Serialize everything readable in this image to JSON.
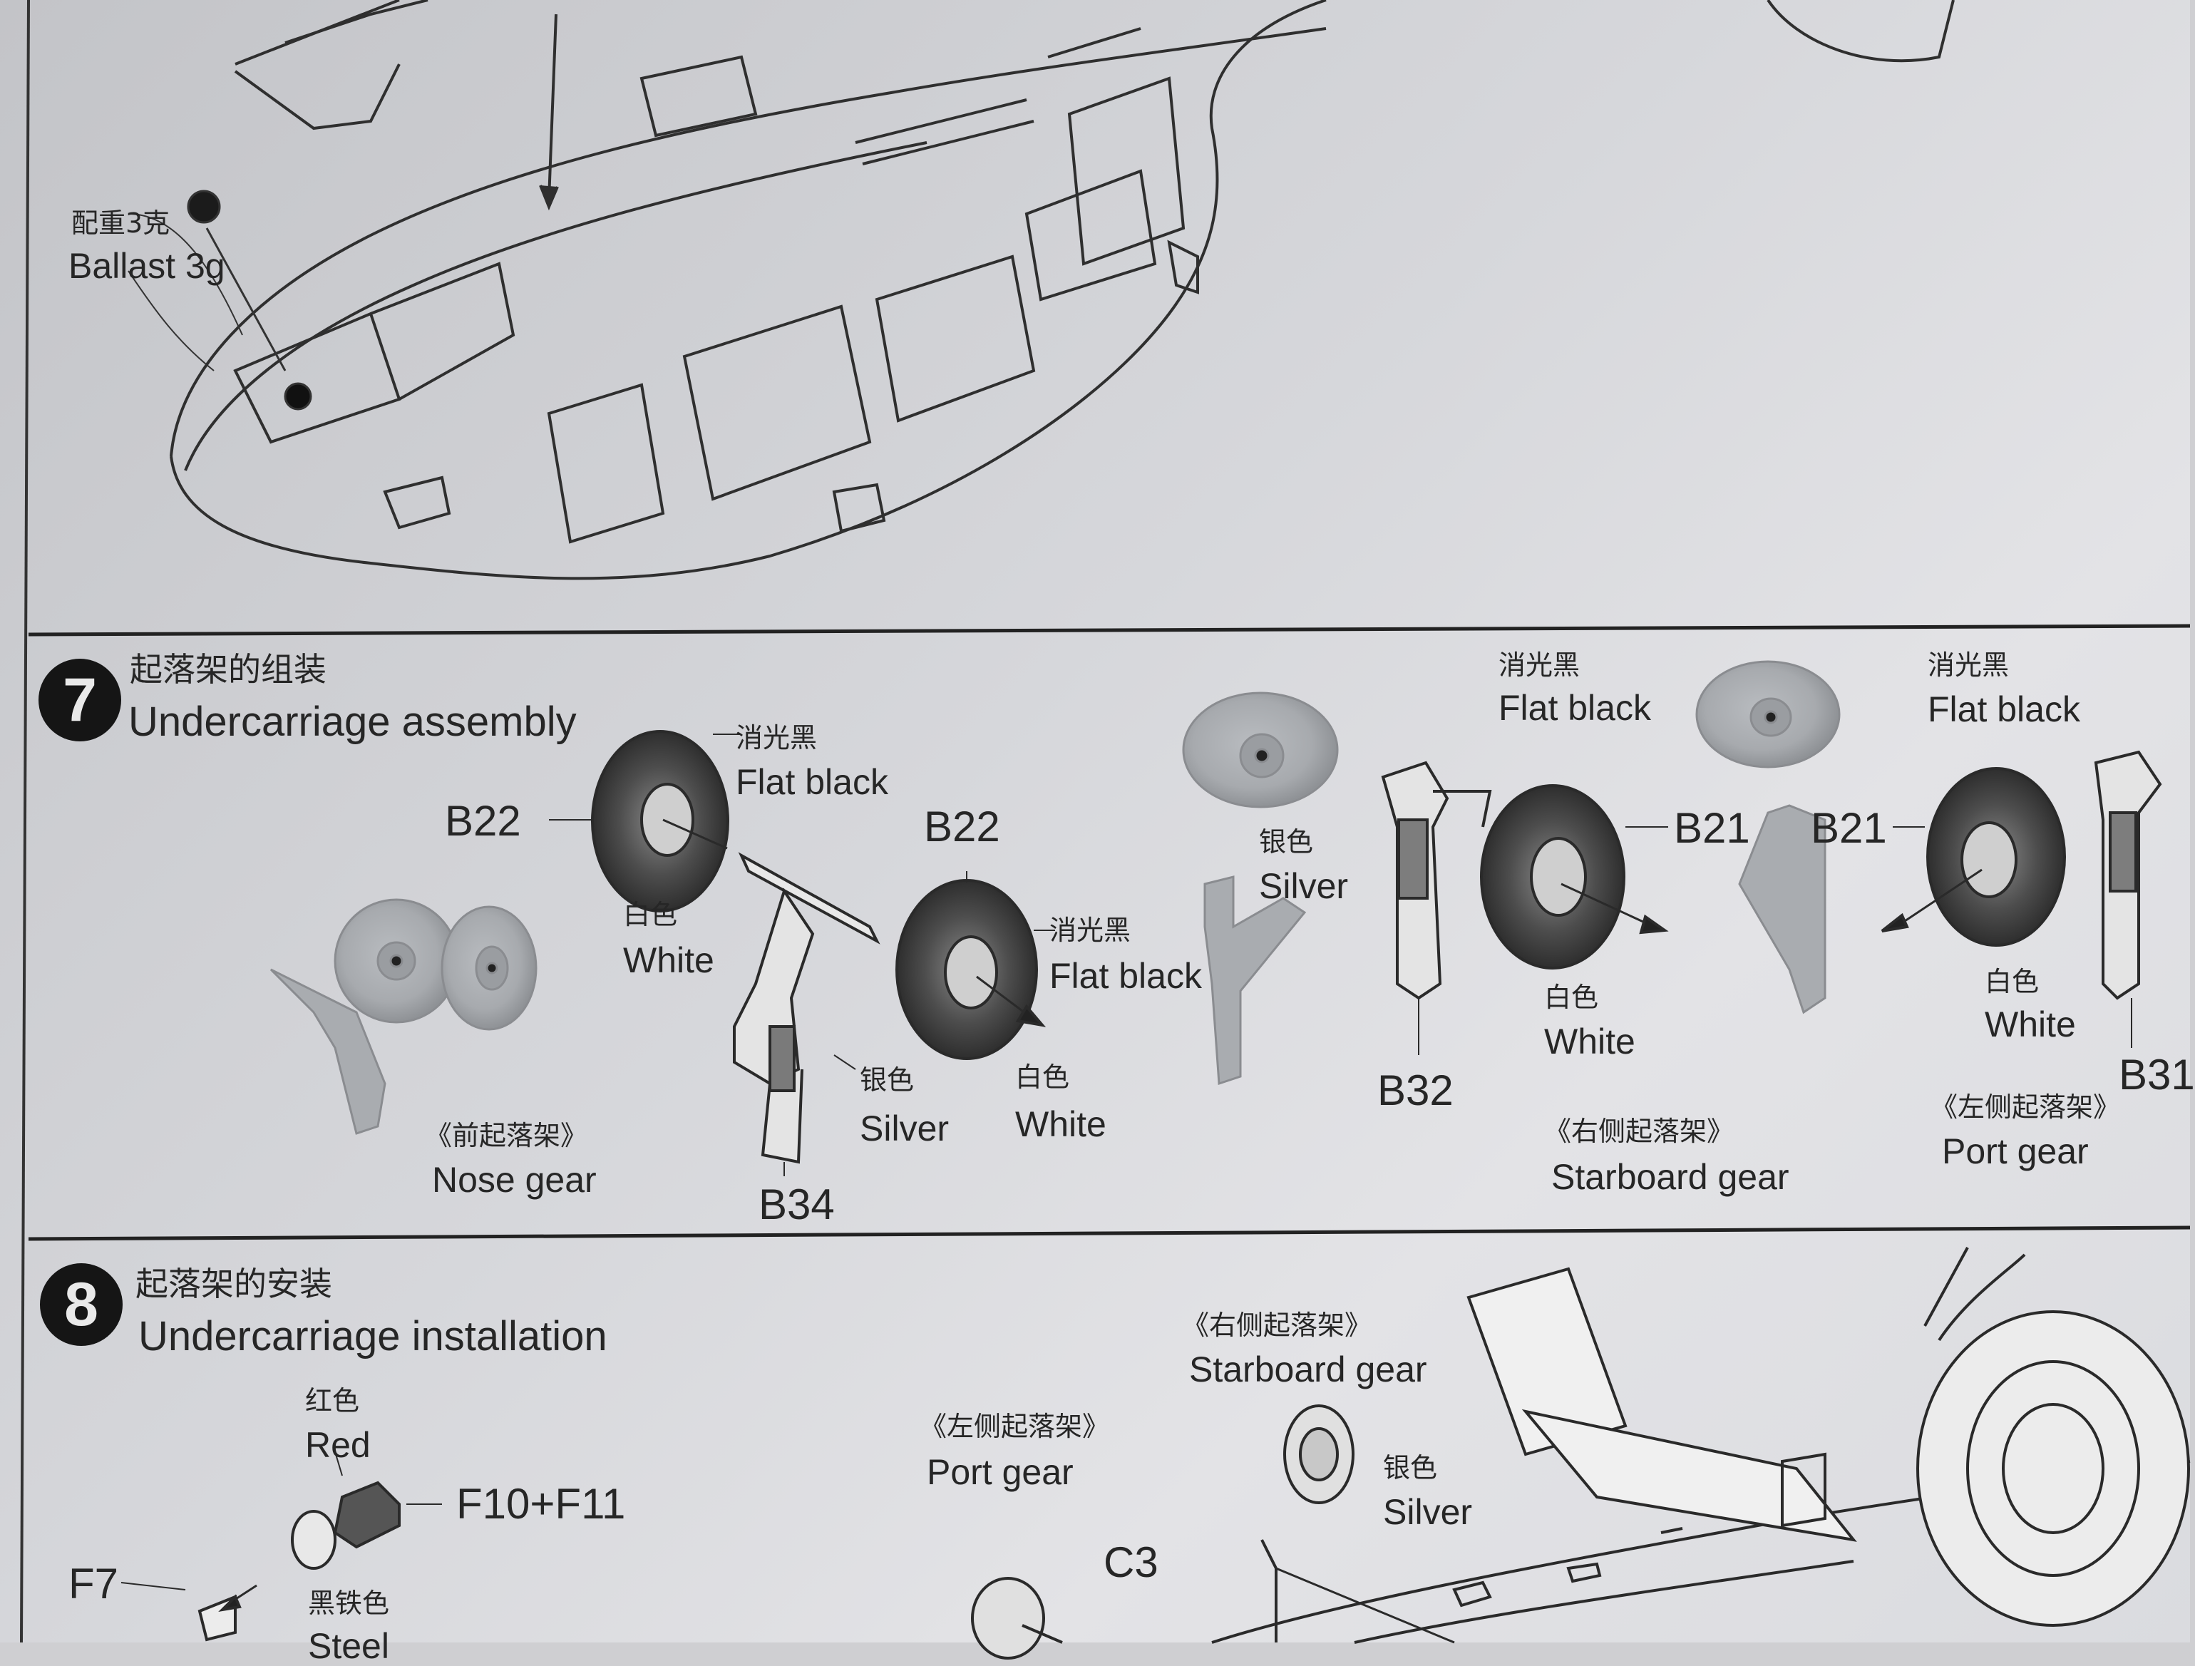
{
  "ballast": {
    "zh": "配重3克",
    "en": "Ballast 3g"
  },
  "step7": {
    "number": "7",
    "title_zh": "起落架的组装",
    "title_en": "Undercarriage assembly",
    "nose_gear": {
      "flat_black_zh": "消光黑",
      "flat_black_en": "Flat black",
      "ref_b22_left": "B22",
      "ref_b22_right": "B22",
      "white_zh": "白色",
      "white_en": "White",
      "flat_black2_zh": "消光黑",
      "flat_black2_en": "Flat black",
      "silver_zh": "银色",
      "silver_en": "Silver",
      "white2_zh": "白色",
      "white2_en": "White",
      "ref_b34": "B34",
      "caption_zh": "《前起落架》",
      "caption_en": "Nose gear"
    },
    "starboard_gear": {
      "flat_black_zh": "消光黑",
      "flat_black_en": "Flat black",
      "silver_zh": "银色",
      "silver_en": "Silver",
      "ref_b21": "B21",
      "ref_b32": "B32",
      "white_zh": "白色",
      "white_en": "White",
      "caption_zh": "《右侧起落架》",
      "caption_en": "Starboard gear"
    },
    "port_gear": {
      "flat_black_zh": "消光黑",
      "flat_black_en": "Flat black",
      "ref_b21": "B21",
      "ref_b31": "B31",
      "white_zh": "白色",
      "white_en": "White",
      "caption_zh": "《左侧起落架》",
      "caption_en": "Port gear"
    }
  },
  "step8": {
    "number": "8",
    "title_zh": "起落架的安装",
    "title_en": "Undercarriage installation",
    "red_zh": "红色",
    "red_en": "Red",
    "ref_f10_f11": "F10+F11",
    "ref_f7": "F7",
    "steel_zh": "黑铁色",
    "steel_en": "Steel",
    "port_caption_zh": "《左侧起落架》",
    "port_caption_en": "Port gear",
    "ref_c3": "C3",
    "starboard_caption_zh": "《右侧起落架》",
    "starboard_caption_en": "Starboard gear",
    "silver_zh": "银色",
    "silver_en": "Silver"
  }
}
